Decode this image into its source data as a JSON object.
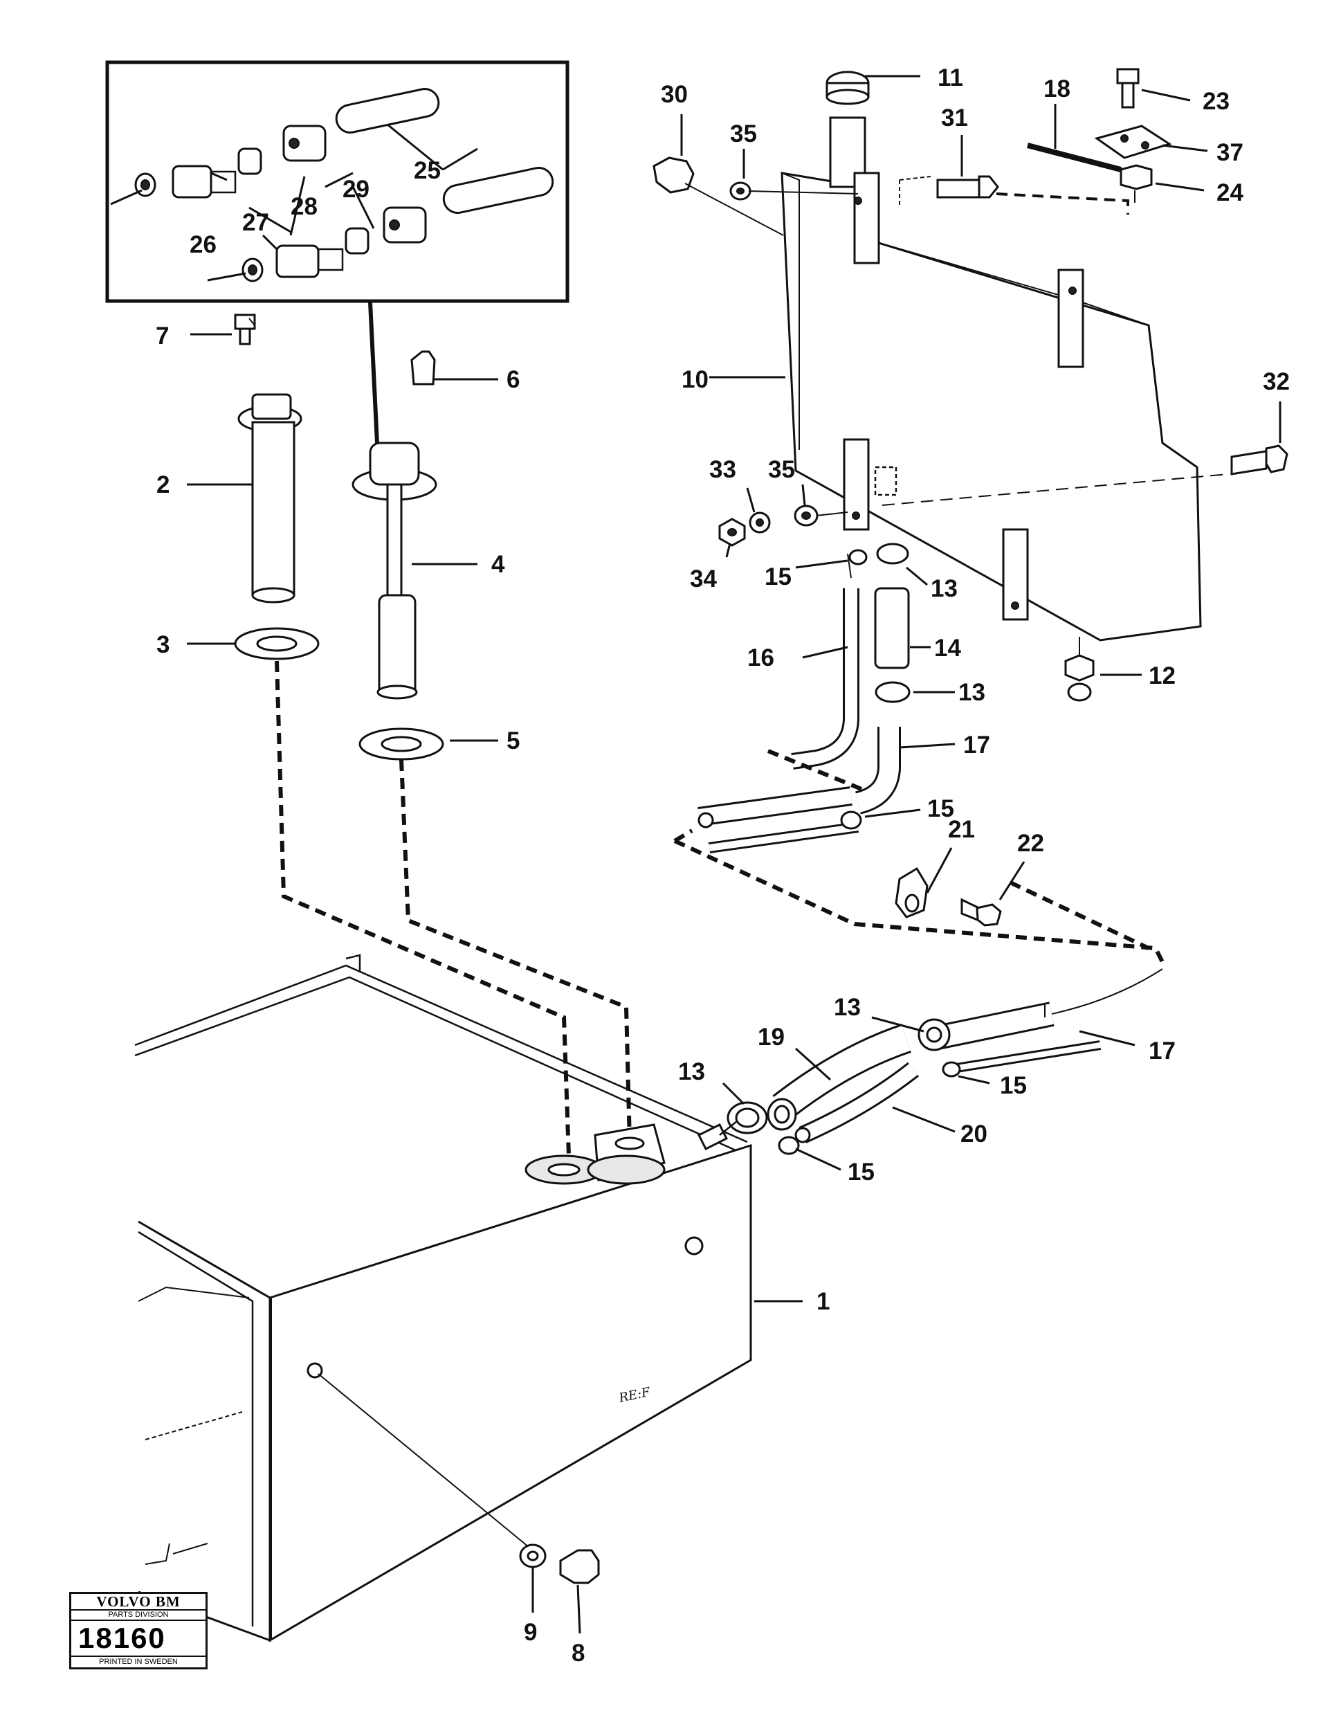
{
  "stamp": {
    "brand": "VOLVO BM",
    "division": "PARTS DIVISION",
    "number": "18160",
    "printed": "PRINTED IN SWEDEN"
  },
  "signature": "RE:F",
  "callouts": {
    "c1": "1",
    "c2": "2",
    "c3": "3",
    "c4": "4",
    "c5": "5",
    "c6": "6",
    "c7": "7",
    "c8": "8",
    "c9": "9",
    "c10": "10",
    "c11": "11",
    "c12": "12",
    "c13a": "13",
    "c13b": "13",
    "c13c": "13",
    "c13d": "13",
    "c14": "14",
    "c15a": "15",
    "c15b": "15",
    "c15c": "15",
    "c15d": "15",
    "c16": "16",
    "c17a": "17",
    "c17b": "17",
    "c18": "18",
    "c19": "19",
    "c20": "20",
    "c21": "21",
    "c22": "22",
    "c23": "23",
    "c24": "24",
    "c25": "25",
    "c26": "26",
    "c27": "27",
    "c28": "28",
    "c29": "29",
    "c30": "30",
    "c31": "31",
    "c32": "32",
    "c33": "33",
    "c34": "34",
    "c35a": "35",
    "c35b": "35",
    "c37": "37"
  }
}
